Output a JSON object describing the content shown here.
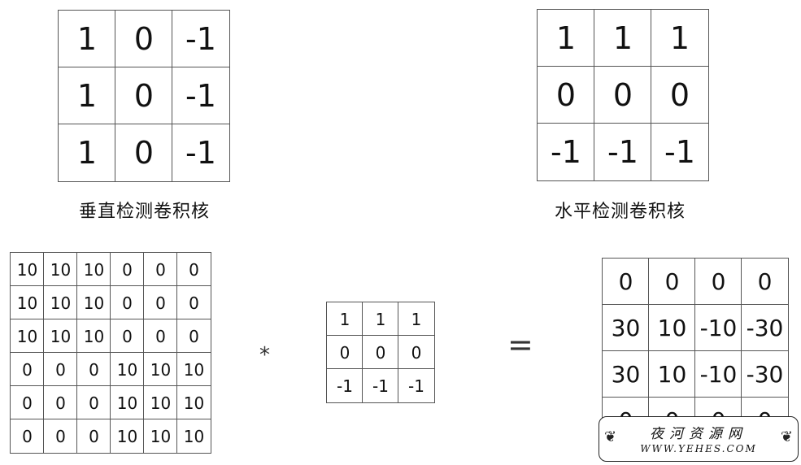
{
  "vertical_kernel": {
    "caption": "垂直检测卷积核",
    "matrix": [
      [
        "1",
        "0",
        "-1"
      ],
      [
        "1",
        "0",
        "-1"
      ],
      [
        "1",
        "0",
        "-1"
      ]
    ]
  },
  "horizontal_kernel": {
    "caption": "水平检测卷积核",
    "matrix": [
      [
        "1",
        "1",
        "1"
      ],
      [
        "0",
        "0",
        "0"
      ],
      [
        "-1",
        "-1",
        "-1"
      ]
    ]
  },
  "input_image": {
    "matrix": [
      [
        "10",
        "10",
        "10",
        "0",
        "0",
        "0"
      ],
      [
        "10",
        "10",
        "10",
        "0",
        "0",
        "0"
      ],
      [
        "10",
        "10",
        "10",
        "0",
        "0",
        "0"
      ],
      [
        "0",
        "0",
        "0",
        "10",
        "10",
        "10"
      ],
      [
        "0",
        "0",
        "0",
        "10",
        "10",
        "10"
      ],
      [
        "0",
        "0",
        "0",
        "10",
        "10",
        "10"
      ]
    ]
  },
  "operator_convolve": "*",
  "filter": {
    "matrix": [
      [
        "1",
        "1",
        "1"
      ],
      [
        "0",
        "0",
        "0"
      ],
      [
        "-1",
        "-1",
        "-1"
      ]
    ]
  },
  "operator_equals": "=",
  "output": {
    "matrix": [
      [
        "0",
        "0",
        "0",
        "0"
      ],
      [
        "30",
        "10",
        "-10",
        "-30"
      ],
      [
        "30",
        "10",
        "-10",
        "-30"
      ],
      [
        "0",
        "0",
        "0",
        "0"
      ]
    ]
  },
  "watermark": {
    "title": "夜河资源网",
    "url": "WWW.YEHES.COM"
  }
}
